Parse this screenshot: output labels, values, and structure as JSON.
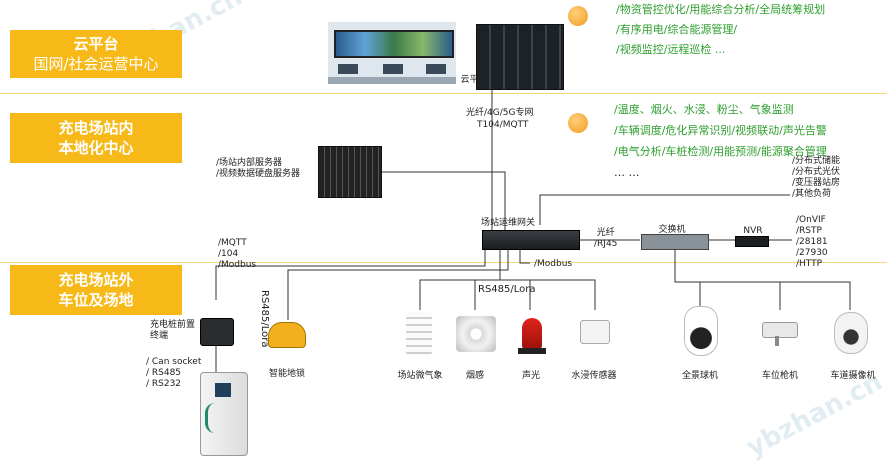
{
  "zones": {
    "cloud": {
      "line1": "云平台",
      "line2": "国网/社会运营中心"
    },
    "local": {
      "line1": "充电场站内",
      "line2": "本地化中心"
    },
    "outside": {
      "line1": "充电场站外",
      "line2": "车位及场地"
    }
  },
  "cloud": {
    "platform_label": "云平台",
    "features": [
      "/物资管控优化/用能综合分析/全局统筹规划",
      "/有序用电/综合能源管理/",
      "/视频监控/远程巡检 ..."
    ]
  },
  "local": {
    "link_label_1": "光纤/4G/5G专网",
    "link_label_2": "T104/MQTT",
    "features": [
      "/温度、烟火、水浸、粉尘、气象监测",
      "/车辆调度/危化异常识别/视频联动/声光告警",
      "/电气分析/车桩检测/用能预测/能源聚合管理",
      "… …"
    ],
    "server_lines": [
      "/场站内部服务器",
      "/视频数据硬盘服务器"
    ],
    "energy_lines": [
      "/分布式储能",
      "/分布式光伏",
      "/变压器站房",
      "/其他负荷"
    ]
  },
  "gateway": {
    "label": "场站运维网关",
    "fiber_label_1": "光纤",
    "fiber_label_2": "/RJ45",
    "left_proto": [
      "/MQTT",
      "/104",
      "/Modbus"
    ],
    "modbus_label": "/Modbus",
    "rs485_vertical": "RS485/Lora",
    "rs485_horizontal": "RS485/Lora"
  },
  "switch": {
    "label": "交换机"
  },
  "nvr": {
    "label": "NVR",
    "protocols": [
      "/OnVIF",
      "/RSTP",
      "/28181",
      "/27930",
      "/HTTP"
    ]
  },
  "devices": {
    "charger_terminal": [
      "充电桩前置",
      "终端"
    ],
    "charger_ports": [
      "/ Can socket",
      "/ RS485",
      "/ RS232"
    ],
    "parking_lock": "智能地锁",
    "weather": "场站微气象",
    "smoke": "烟感",
    "alarm": "声光",
    "water": "水浸传感器",
    "dome_camera": "全景球机",
    "bullet_camera": "车位枪机",
    "road_camera": "车道摄像机"
  },
  "colors": {
    "zone": "#f7b918",
    "feature_text": "#2e9e2e",
    "separator": "#f4d77a",
    "dot": "#f39a23"
  },
  "watermark": "ybzhan.cn"
}
